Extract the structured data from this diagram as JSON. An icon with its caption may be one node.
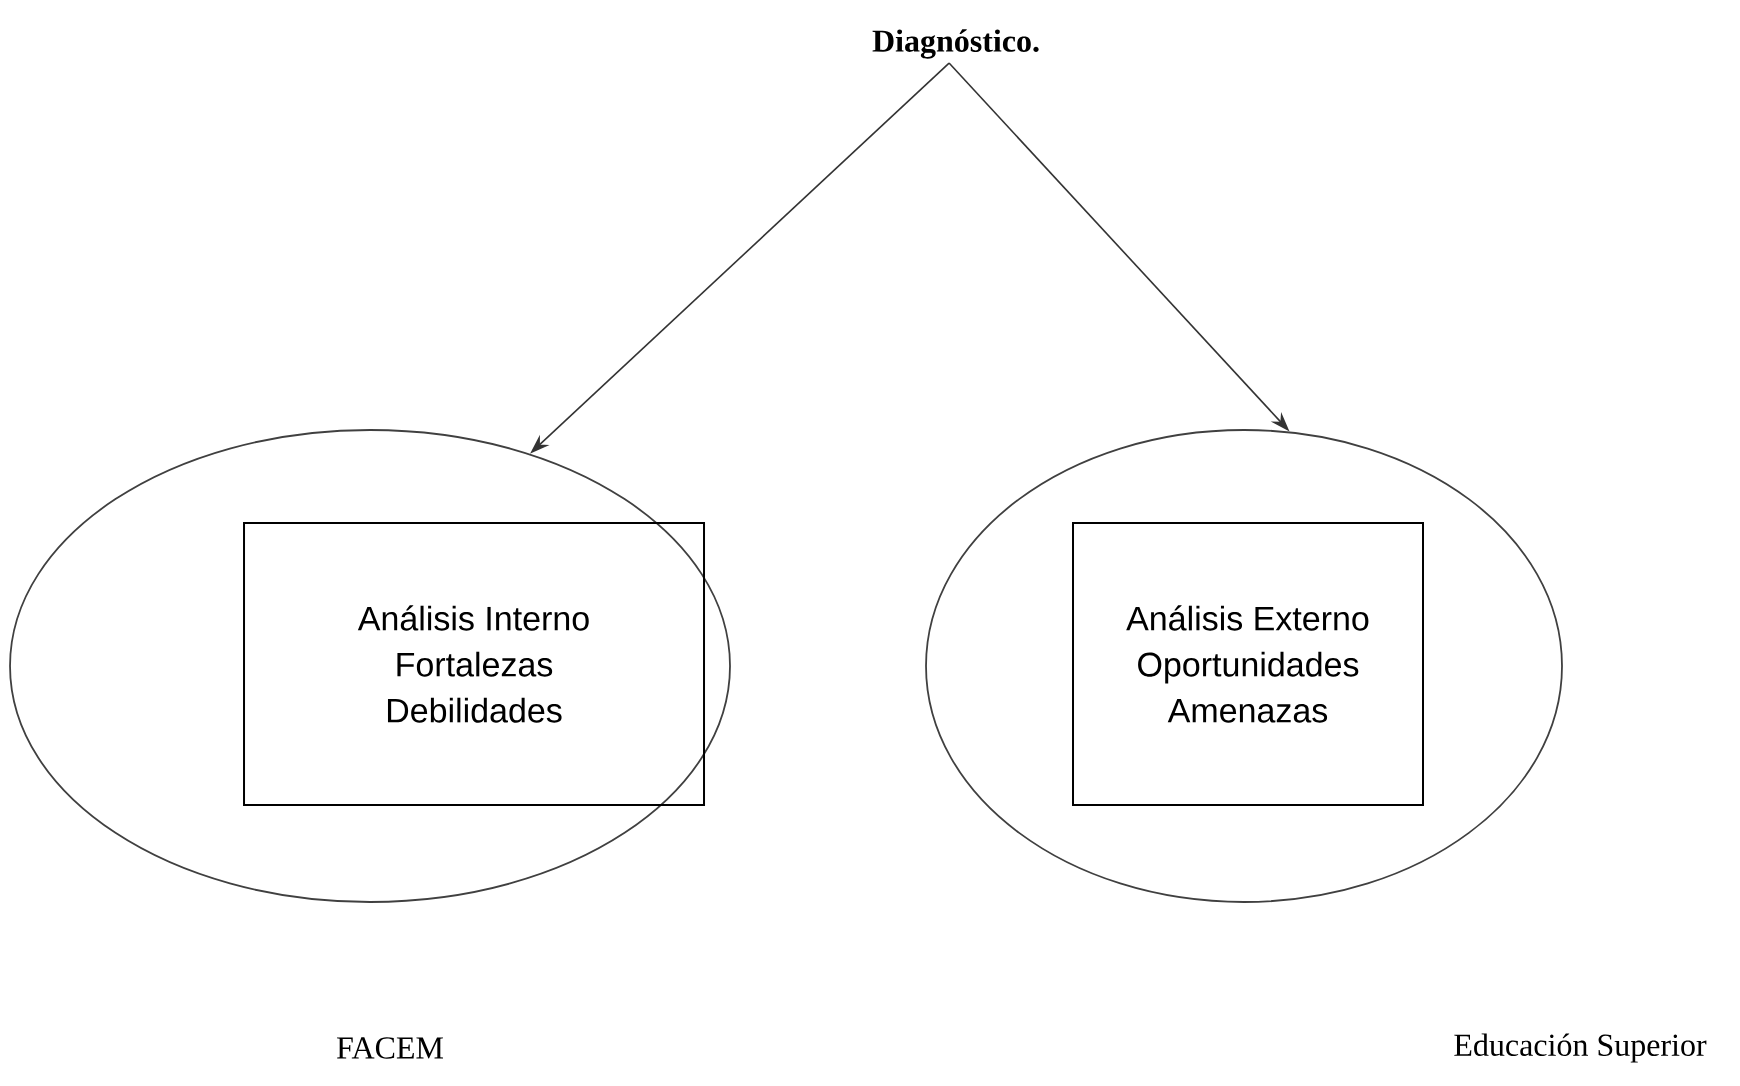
{
  "diagram": {
    "nodes": [
      {
        "text": [
          "Diagnóstico."
        ]
      },
      {
        "text": [],
        "shape": "ellipse"
      },
      {
        "text": [
          "Análisis Interno",
          "Fortalezas",
          "Debilidades"
        ],
        "in": 1
      },
      {
        "text": [],
        "shape": "ellipse"
      },
      {
        "text": [
          "Análisis Externo",
          "Oportunidades",
          "Amenazas"
        ],
        "in": 3
      }
    ],
    "edges": [
      {
        "from": 0,
        "to": 1,
        "arrow": "to"
      },
      {
        "from": 0,
        "to": 3,
        "arrow": "to"
      }
    ],
    "labels": [
      "FACEM",
      "Educación Superior"
    ]
  }
}
